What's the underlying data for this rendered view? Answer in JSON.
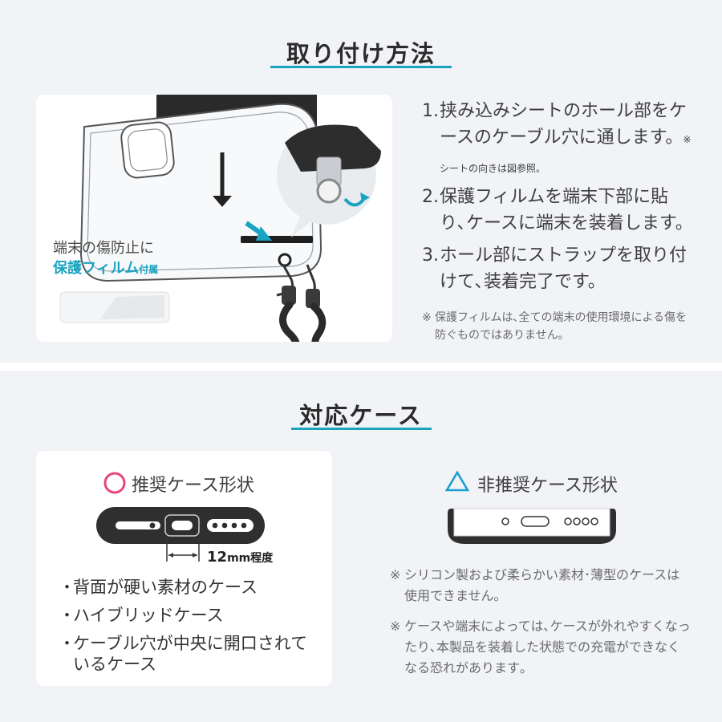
{
  "install": {
    "title": "取り付け方法",
    "film_caption_line1": "端末の傷防止に",
    "film_caption_highlight": "保護フィルム",
    "film_caption_suffix": "付属",
    "steps": [
      {
        "num": "1.",
        "text": "挟み込みシートのホール部をケースのケーブル穴に通します。",
        "small": "※シートの向きは図参照。"
      },
      {
        "num": "2.",
        "text": "保護フィルムを端末下部に貼り､ケースに端末を装着します。"
      },
      {
        "num": "3.",
        "text": "ホール部にストラップを取り付けて､装着完了です。"
      }
    ],
    "note_mark": "※",
    "note": "保護フィルムは､全ての端末の使用環境による傷を防ぐものではありません｡"
  },
  "compat": {
    "title": "対応ケース",
    "recommended": {
      "symbol": "circle-icon",
      "heading": "推奨ケース形状",
      "measure_value": "12",
      "measure_unit": "mm程度",
      "bullets": [
        "背面が硬い素材のケース",
        "ハイブリッドケース",
        "ケーブル穴が中央に開口されているケース"
      ],
      "bullet_mark": "・"
    },
    "not_recommended": {
      "symbol": "triangle-icon",
      "heading": "非推奨ケース形状",
      "notes": [
        {
          "mark": "※",
          "text": "シリコン製および柔らかい素材･薄型のケースは使用できません｡"
        },
        {
          "mark": "※",
          "text": "ケースや端末によっては､ケースが外れやすくなったり､本製品を装着した状態での充電ができなくなる恐れがあります｡"
        }
      ]
    }
  },
  "colors": {
    "accent": "#1ba4c1",
    "circle": "#e8467c",
    "triangle": "#1a9fd0",
    "background": "#f1f3f6",
    "card": "#ffffff"
  }
}
